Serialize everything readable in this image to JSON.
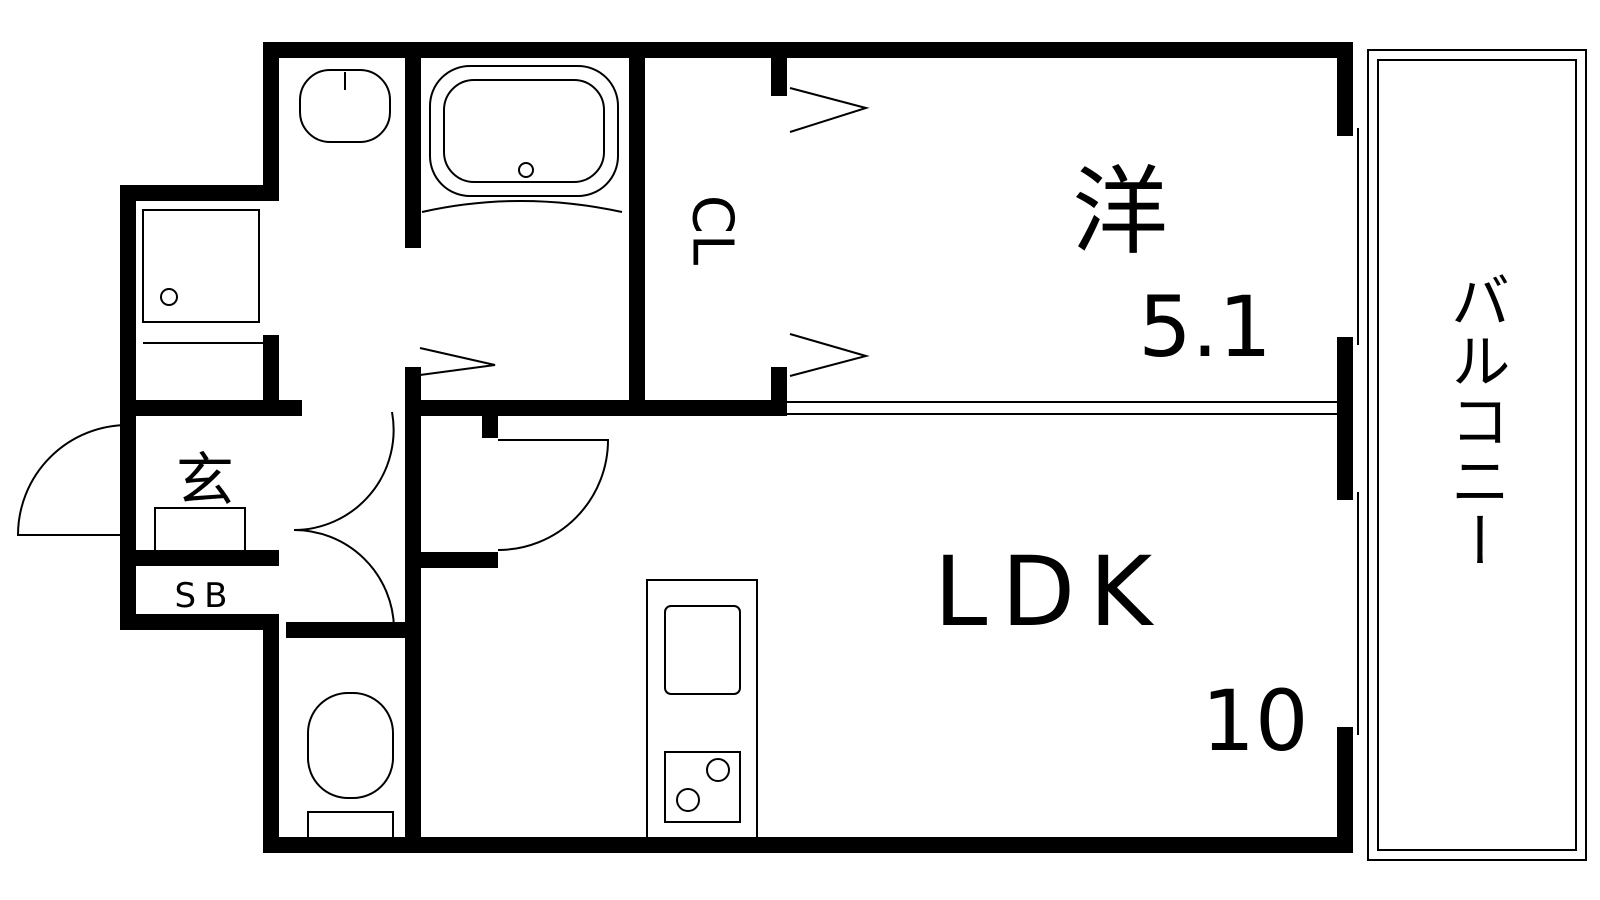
{
  "labels": {
    "western_room": "洋",
    "western_room_size": "5.1",
    "closet": "CL",
    "ldk": "LDK",
    "ldk_size": "10",
    "balcony": "バルコニー",
    "entrance": "玄",
    "shoe_box": "SB"
  },
  "colors": {
    "wall": "#000000",
    "background": "#ffffff"
  }
}
